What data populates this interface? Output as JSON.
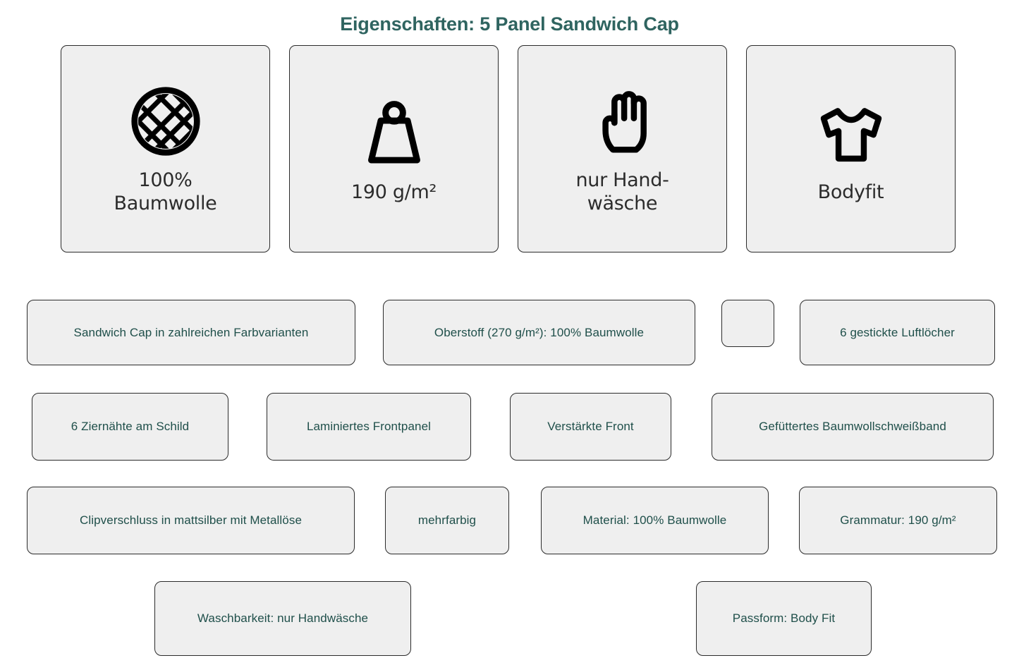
{
  "header": {
    "title": "Eigenschaften: 5 Panel Sandwich Cap",
    "title_color": "#2f6460"
  },
  "feature_cards": [
    {
      "icon": "woven-fabric-circle-icon",
      "caption": "100%\nBaumwolle"
    },
    {
      "icon": "weight-icon",
      "caption": "190 g/m²"
    },
    {
      "icon": "hand-icon",
      "caption": "nur Hand-\nwäsche"
    },
    {
      "icon": "tshirt-icon",
      "caption": "Bodyfit"
    }
  ],
  "tag_rows": [
    {
      "tags": [
        {
          "label": "Sandwich Cap in zahlreichen Farbvarianten"
        },
        {
          "label": "Oberstoff (270 g/m²): 100% Baumwolle"
        },
        {
          "label": ""
        },
        {
          "label": "6 gestickte Luftlöcher"
        }
      ]
    },
    {
      "tags": [
        {
          "label": "6 Ziernähte am Schild"
        },
        {
          "label": "Laminiertes Frontpanel"
        },
        {
          "label": "Verstärkte Front"
        },
        {
          "label": "Gefüttertes Baumwollschweißband"
        }
      ]
    },
    {
      "tags": [
        {
          "label": "Clipverschluss in mattsilber mit Metallöse"
        },
        {
          "label": "mehrfarbig"
        },
        {
          "label": "Material: 100% Baumwolle"
        },
        {
          "label": "Grammatur: 190 g/m²"
        }
      ]
    },
    {
      "tags": [
        {
          "label": "Waschbarkeit: nur Handwäsche"
        },
        {
          "label": "Passform: Body Fit"
        }
      ]
    }
  ],
  "colors": {
    "tag_fill": "#efefef",
    "tag_border": "#2b2b2b",
    "tag_text": "#1f4f4a",
    "card_fill": "#efefef",
    "icon_stroke": "#000000",
    "page_background": "#ffffff"
  }
}
